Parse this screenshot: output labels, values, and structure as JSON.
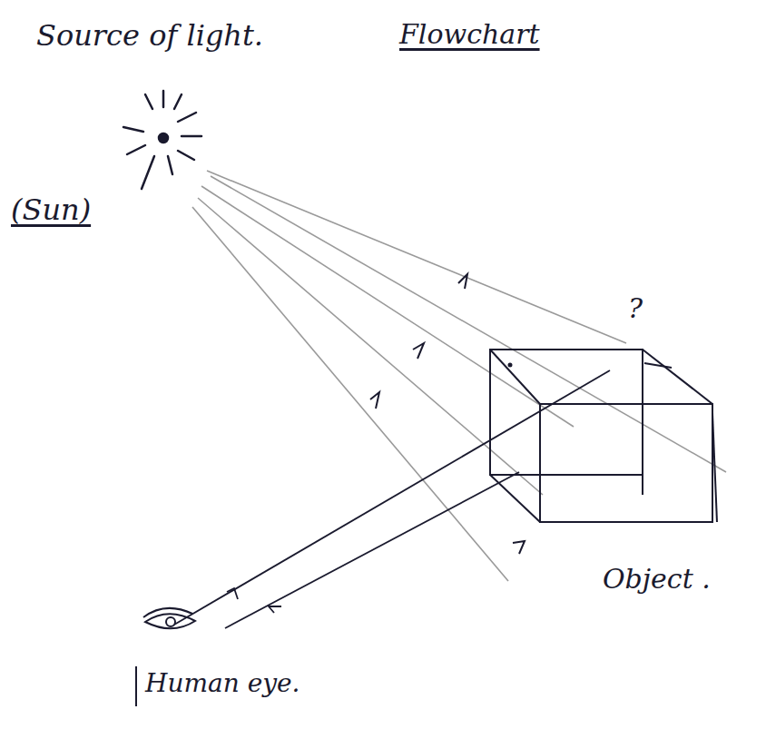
{
  "diagram": {
    "title": "Flowchart",
    "labels": [
      "Source of light.",
      "(Sun)",
      "?",
      "Object .",
      "Human eye."
    ]
  }
}
